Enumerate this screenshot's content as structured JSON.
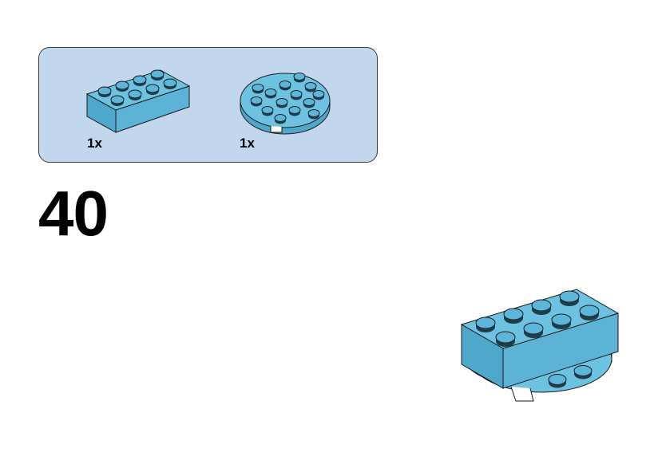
{
  "step": {
    "number": "40"
  },
  "parts_list": {
    "items": [
      {
        "icon": "brick-2x4-icon",
        "quantity": "1x",
        "color": "#5fb5d6"
      },
      {
        "icon": "round-plate-4x4-icon",
        "quantity": "1x",
        "color": "#5fb5d6"
      }
    ]
  },
  "colors": {
    "callout_background": "#c2d6ee",
    "brick_top": "#6cc0df",
    "brick_front": "#5aaed0",
    "brick_side": "#4a9cc0",
    "outline": "#1a1a1a"
  }
}
